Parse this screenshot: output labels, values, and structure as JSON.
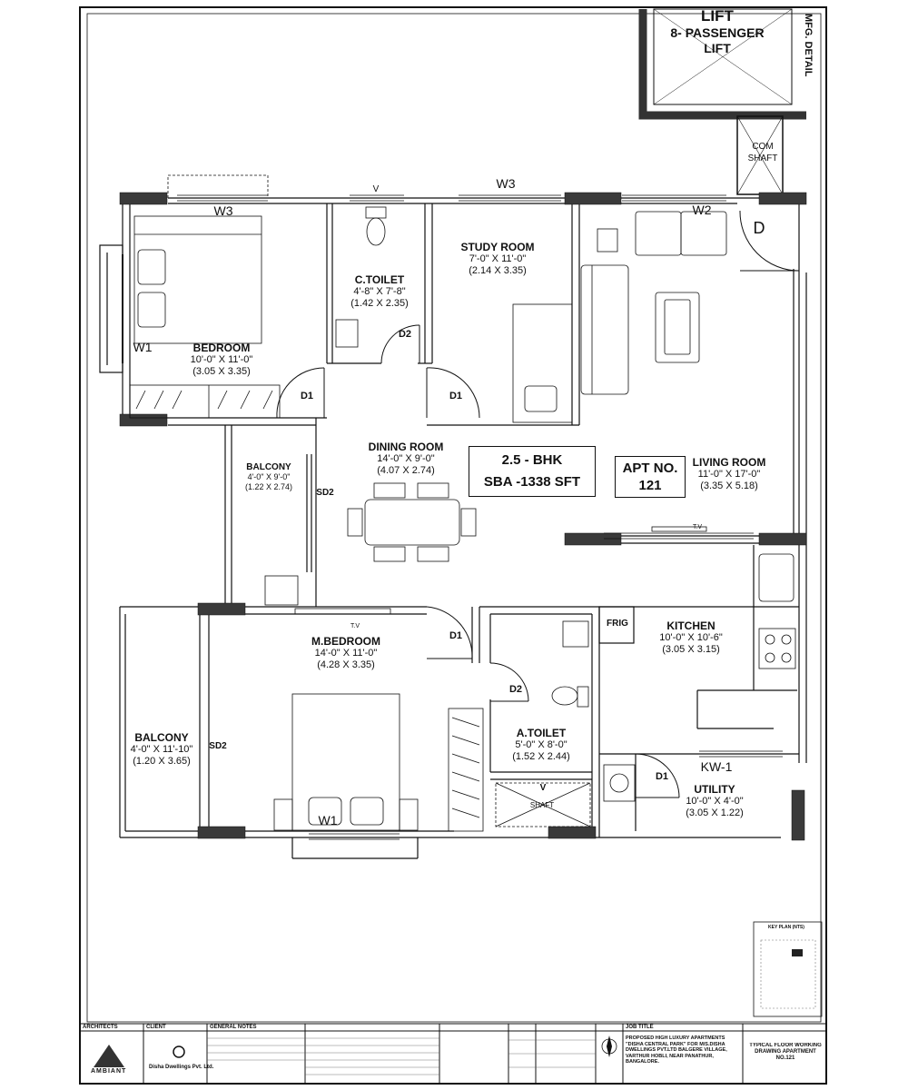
{
  "lift": {
    "title": "LIFT",
    "subtitle": "8- PASSENGER",
    "line3": "LIFT"
  },
  "mfg_detail": "MFG. DETAIL",
  "com_shaft": {
    "line1": "COM",
    "line2": "SHAFT"
  },
  "windows": {
    "w3_left": "W3",
    "w3_top": "W3",
    "w2": "W2",
    "w1_left": "W1",
    "w1_bottom": "W1",
    "v_top": "V",
    "kw1": "KW-1"
  },
  "door_tags": {
    "d_entry": "D",
    "d1_bed": "D1",
    "d1_study": "D1",
    "d2_toilet": "D2",
    "d1_mbed": "D1",
    "d2_atoilet": "D2",
    "d1_utility": "D1",
    "sd2_balc": "SD2",
    "sd2_mbalc": "SD2",
    "v_shaft": "V"
  },
  "rooms": {
    "bedroom": {
      "name": "BEDROOM",
      "dim": "10'-0\" X 11'-0\"",
      "metric": "(3.05 X 3.35)"
    },
    "ctoilet": {
      "name": "C.TOILET",
      "dim": "4'-8\" X 7'-8\"",
      "metric": "(1.42 X 2.35)"
    },
    "study": {
      "name": "STUDY ROOM",
      "dim": "7'-0\" X 11'-0\"",
      "metric": "(2.14 X 3.35)"
    },
    "dining": {
      "name": "DINING ROOM",
      "dim": "14'-0\" X 9'-0\"",
      "metric": "(4.07 X 2.74)"
    },
    "living": {
      "name": "LIVING ROOM",
      "dim": "11'-0\" X 17'-0\"",
      "metric": "(3.35 X 5.18)"
    },
    "balcony1": {
      "name": "BALCONY",
      "dim": "4'-0\" X 9'-0\"",
      "metric": "(1.22 X 2.74)"
    },
    "mbedroom": {
      "name": "M.BEDROOM",
      "dim": "14'-0\" X 11'-0\"",
      "metric": "(4.28 X 3.35)"
    },
    "kitchen": {
      "name": "KITCHEN",
      "dim": "10'-0\" X 10'-6\"",
      "metric": "(3.05 X 3.15)"
    },
    "balcony2": {
      "name": "BALCONY",
      "dim": "4'-0\" X 11'-10\"",
      "metric": "(1.20 X 3.65)"
    },
    "atoilet": {
      "name": "A.TOILET",
      "dim": "5'-0\" X 8'-0\"",
      "metric": "(1.52 X 2.44)"
    },
    "utility": {
      "name": "UTILITY",
      "dim": "10'-0\" X 4'-0\"",
      "metric": "(3.05 X 1.22)"
    }
  },
  "fixtures": {
    "frig": "FRIG",
    "tv_living": "T.V",
    "tv_mbed": "T.V",
    "shaft": "SHAFT"
  },
  "bhk": {
    "line1": "2.5 - BHK",
    "line2": "SBA -1338 SFT"
  },
  "apt": {
    "line1": "APT NO.",
    "line2": "121"
  },
  "key_plan": "KEY PLAN (NTS)",
  "title_block": {
    "architects": "ARCHITECTS",
    "client": "CLIENT",
    "client_name": "Disha Dwellings Pvt. Ltd.",
    "general_notes": "GENERAL NOTES",
    "arch_logo": "AMBIANT",
    "job_title": "JOB TITLE",
    "project": "PROPOSED HIGH LUXURY APARTMENTS \"DISHA CENTRAL PARK\" FOR M/S.DISHA DWELLINGS PVT.LTD BALGERE VILLAGE, VARTHUR HOBLI, NEAR PANATHUR, BANGALORE.",
    "drawing_title": "TYPICAL FLOOR WORKING DRAWING APARTMENT NO.121"
  },
  "colors": {
    "wall": "#3a3a3a",
    "line": "#111111",
    "bg": "#ffffff"
  }
}
